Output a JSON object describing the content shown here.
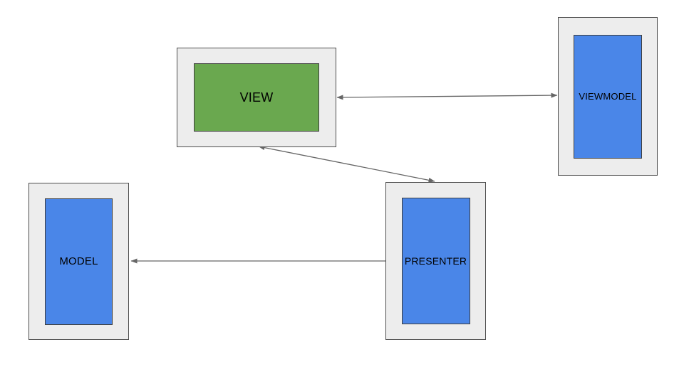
{
  "colors": {
    "background": "#ffffff",
    "container_fill": "#ededed",
    "container_border": "#4d4d4d",
    "view_fill": "#6aa84f",
    "component_fill": "#4a86e8",
    "inner_border": "#3d3d3d",
    "arrow": "#666666",
    "label_text": "#000000"
  },
  "nodes": {
    "view": {
      "label": "VIEW"
    },
    "viewmodel": {
      "label": "VIEWMODEL"
    },
    "model": {
      "label": "MODEL"
    },
    "presenter": {
      "label": "PRESENTER"
    }
  },
  "edges": [
    {
      "from": "VIEW",
      "to": "VIEWMODEL",
      "direction": "bidirectional"
    },
    {
      "from": "VIEW",
      "to": "PRESENTER",
      "direction": "bidirectional"
    },
    {
      "from": "PRESENTER",
      "to": "MODEL",
      "direction": "one-way"
    }
  ]
}
